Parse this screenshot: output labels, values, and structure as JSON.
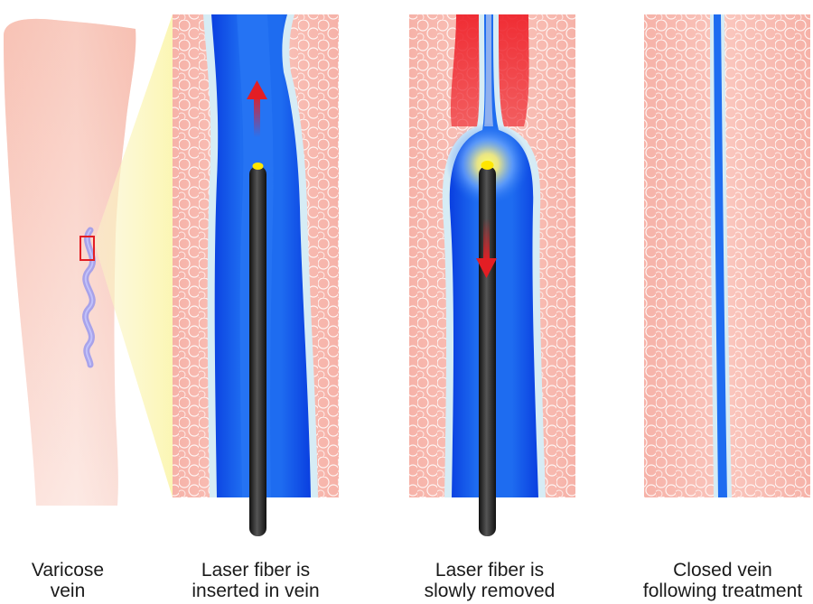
{
  "panels": [
    {
      "id": "leg",
      "caption_line1": "Varicose",
      "caption_line2": "vein"
    },
    {
      "id": "inserted",
      "caption_line1": "Laser fiber is",
      "caption_line2": "inserted in vein"
    },
    {
      "id": "removed",
      "caption_line1": "Laser fiber is",
      "caption_line2": "slowly removed"
    },
    {
      "id": "closed",
      "caption_line1": "Closed vein",
      "caption_line2": "following treatment"
    }
  ],
  "colors": {
    "skin_light": "#fbe3dc",
    "skin_tissue": "#f7b8b0",
    "cell_outline": "#ffffff",
    "vein_blue": "#0a3fe0",
    "vein_mid": "#1e6cf0",
    "vein_light": "#b8d8f0",
    "fiber": "#2b2b2b",
    "laser_tip": "#ffe600",
    "heat_red": "#ee1c25",
    "arrow_red": "#e31e24",
    "zoom_highlight": "#f9f7b8",
    "varicose_vein": "#8c8ff0"
  },
  "icons": {
    "arrow_up": "arrow-up-icon",
    "arrow_down": "arrow-down-icon"
  }
}
